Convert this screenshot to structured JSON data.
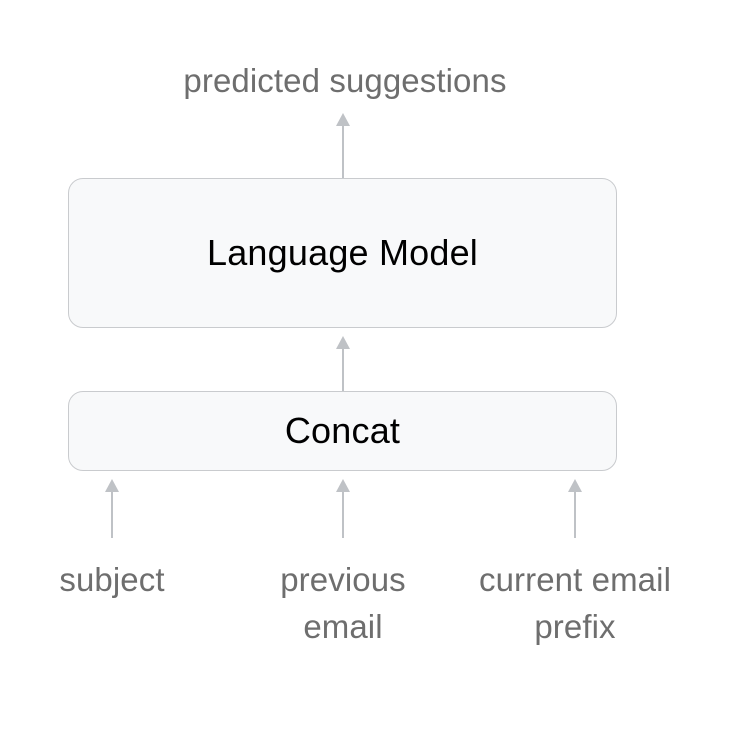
{
  "diagram": {
    "title_text": "predicted suggestions",
    "nodes": [
      {
        "id": "language-model",
        "label": "Language Model"
      },
      {
        "id": "concat",
        "label": "Concat"
      }
    ],
    "inputs": [
      {
        "id": "subject",
        "label": "subject"
      },
      {
        "id": "previous-email",
        "label": "previous\nemail"
      },
      {
        "id": "current-email-prefix",
        "label": "current email\nprefix"
      }
    ],
    "arrows": [
      {
        "id": "concat-to-language-model",
        "direction": "up"
      },
      {
        "id": "language-model-to-output",
        "direction": "up"
      },
      {
        "id": "subject-to-concat",
        "direction": "up"
      },
      {
        "id": "previous-email-to-concat",
        "direction": "up"
      },
      {
        "id": "current-email-prefix-to-concat",
        "direction": "up"
      }
    ],
    "colors": {
      "background": "#ffffff",
      "box_fill": "#f8f9fa",
      "box_border": "#c9cbce",
      "node_text": "#000000",
      "io_text": "#6e6e6e",
      "arrow": "#bfc2c6"
    }
  }
}
